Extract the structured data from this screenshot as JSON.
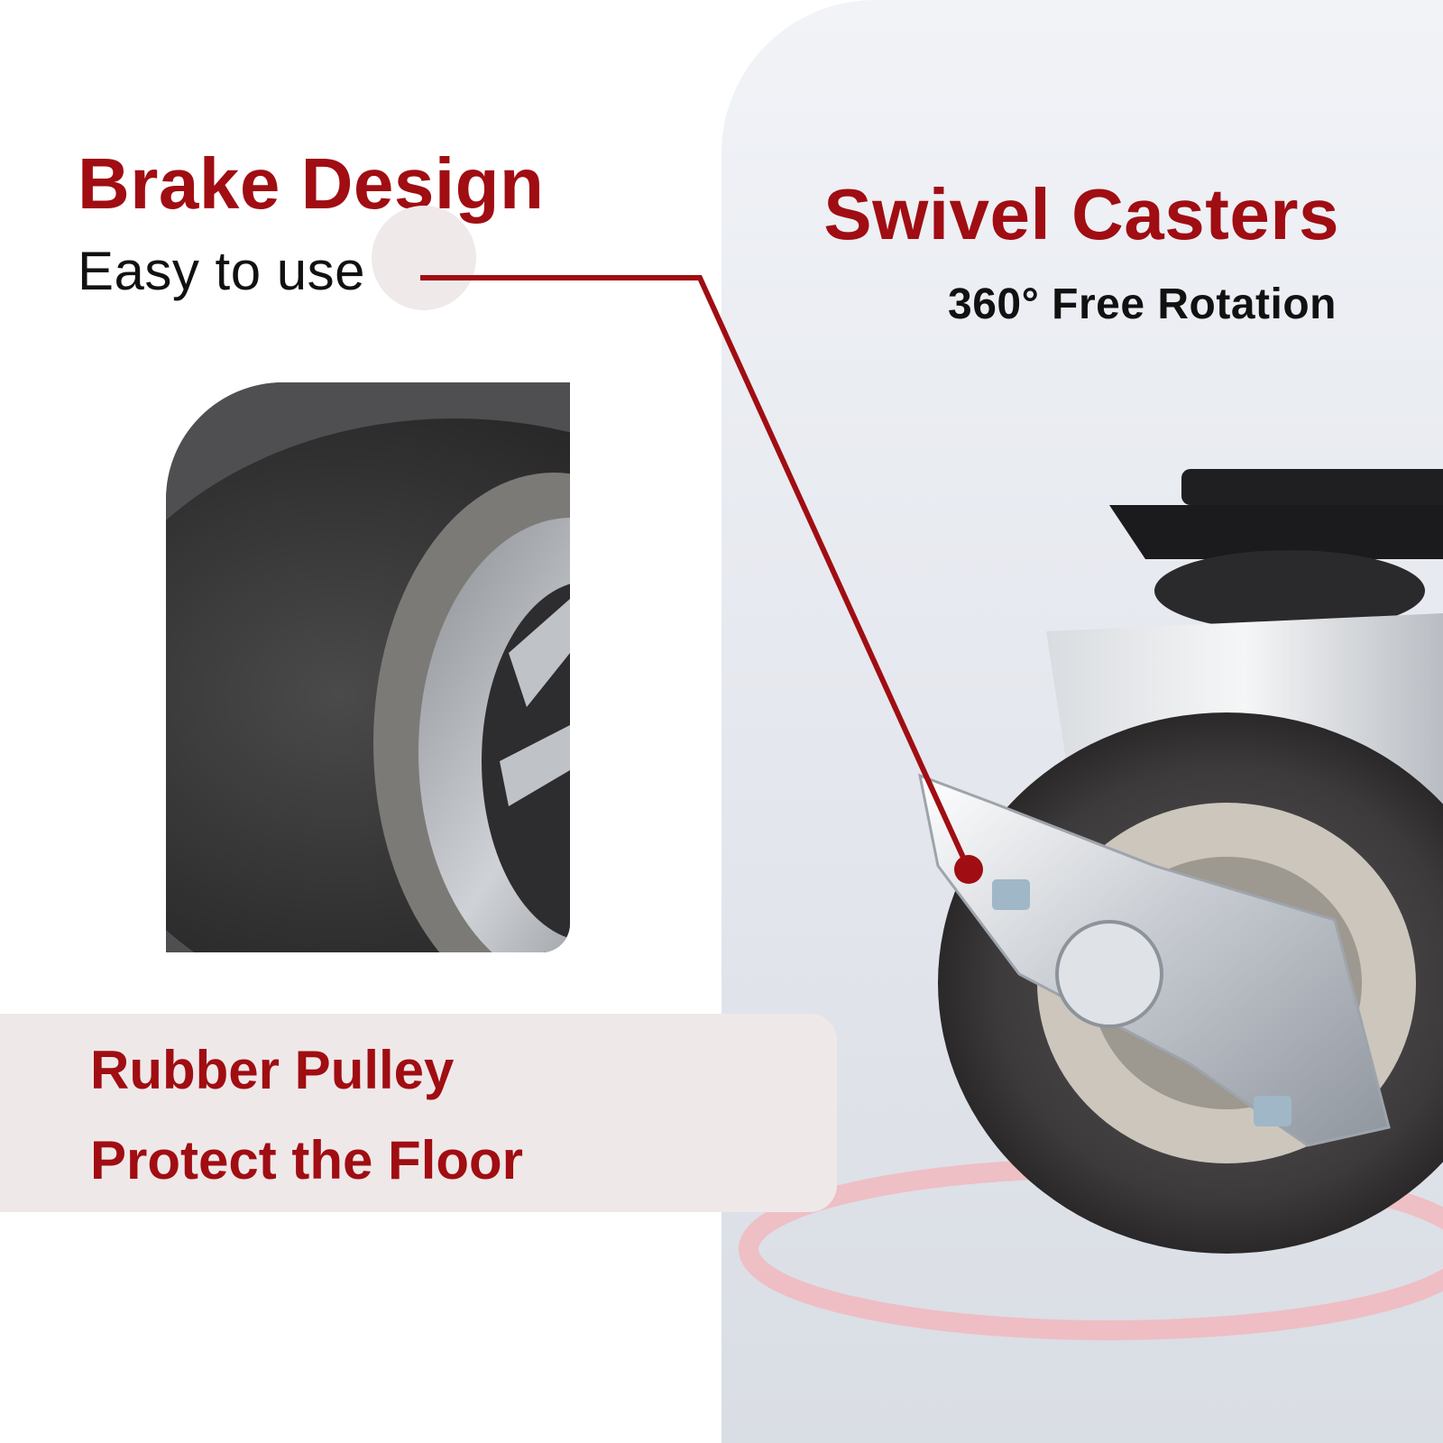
{
  "colors": {
    "accent_red": "#a00d12",
    "text_dark": "#111111",
    "band_pink": "#efe8e9"
  },
  "brake": {
    "title": "Brake Design",
    "subtitle": "Easy to use"
  },
  "swivel": {
    "title": "Swivel Casters",
    "subtitle": "360° Free Rotation"
  },
  "rubber": {
    "title": "Rubber Pulley",
    "subtitle": "Protect the Floor"
  },
  "icons": [
    "wheel-closeup-illustration",
    "caster-wheel-illustration",
    "rotation-arrows-icon",
    "callout-dot-icon"
  ]
}
